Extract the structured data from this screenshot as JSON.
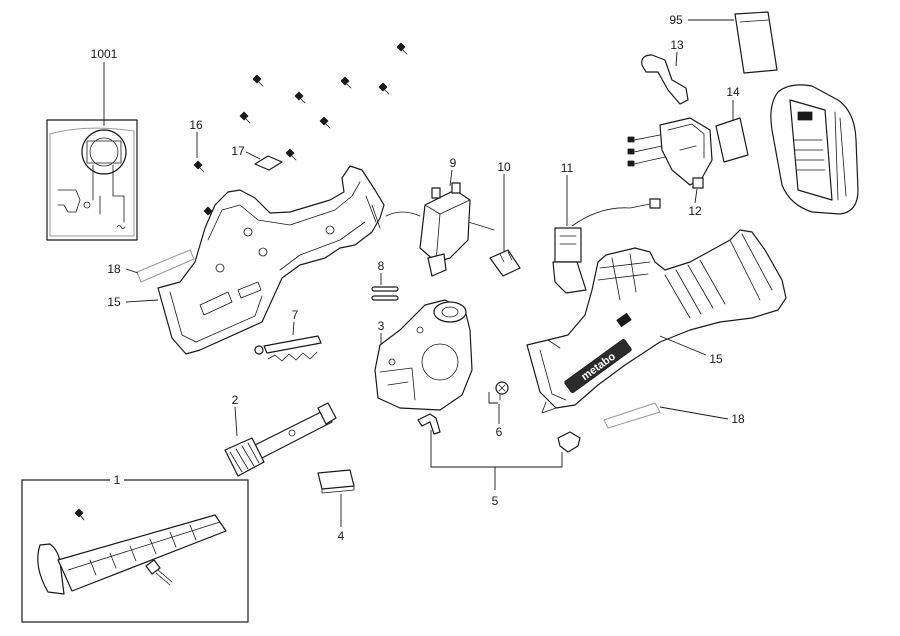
{
  "diagram": {
    "callouts": {
      "p1001": "1001",
      "p16": "16",
      "p17": "17",
      "p18_left": "18",
      "p15_left": "15",
      "p9": "9",
      "p8": "8",
      "p7": "7",
      "p3": "3",
      "p2": "2",
      "p1": "1",
      "p4": "4",
      "p5": "5",
      "p6": "6",
      "p10": "10",
      "p11": "11",
      "p12": "12",
      "p13": "13",
      "p14": "14",
      "p95": "95",
      "p15_right": "15",
      "p18_right": "18"
    },
    "logo_text": "metabo"
  },
  "colors": {
    "line": "#1a1a1a",
    "background": "#ffffff",
    "logo_plate": "#2b2b2b",
    "logo_text": "#ffffff"
  }
}
